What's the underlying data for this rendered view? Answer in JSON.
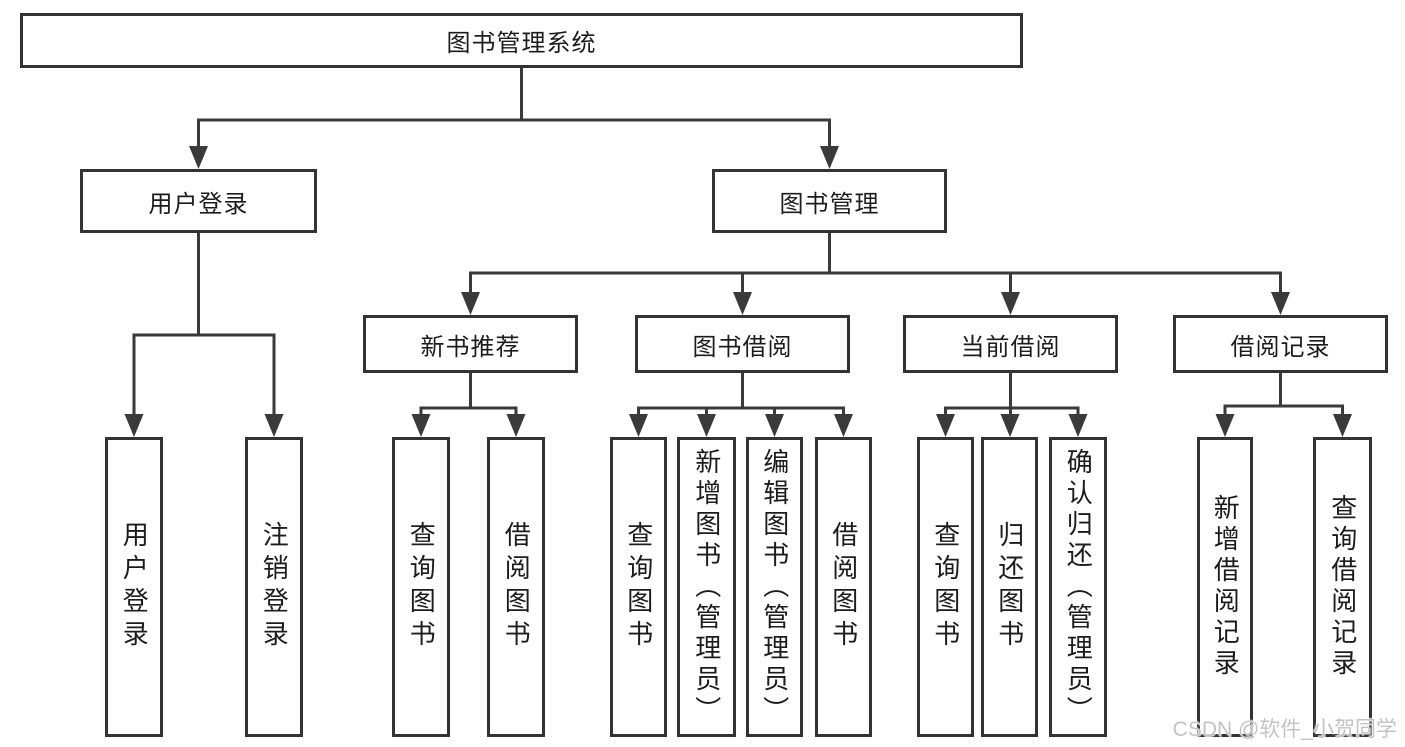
{
  "tree": {
    "root": "图书管理系统",
    "children": [
      {
        "label": "用户登录",
        "children": [
          {
            "label": "用户登录"
          },
          {
            "label": "注销登录"
          }
        ]
      },
      {
        "label": "图书管理",
        "children": [
          {
            "label": "新书推荐",
            "children": [
              {
                "label": "查询图书"
              },
              {
                "label": "借阅图书"
              }
            ]
          },
          {
            "label": "图书借阅",
            "children": [
              {
                "label": "查询图书"
              },
              {
                "label": "新增图书（管理员）"
              },
              {
                "label": "编辑图书（管理员）"
              },
              {
                "label": "借阅图书"
              }
            ]
          },
          {
            "label": "当前借阅",
            "children": [
              {
                "label": "查询图书"
              },
              {
                "label": "归还图书"
              },
              {
                "label": "确认归还（管理员）"
              }
            ]
          },
          {
            "label": "借阅记录",
            "children": [
              {
                "label": "新增借阅记录"
              },
              {
                "label": "查询借阅记录"
              }
            ]
          }
        ]
      }
    ]
  },
  "watermark": "CSDN @软件_小贺同学",
  "colors": {
    "line": "#3a3a3a",
    "box_border": "#333333",
    "text": "#1c1c1c",
    "watermark": "#c3c3c3",
    "background": "#ffffff"
  }
}
